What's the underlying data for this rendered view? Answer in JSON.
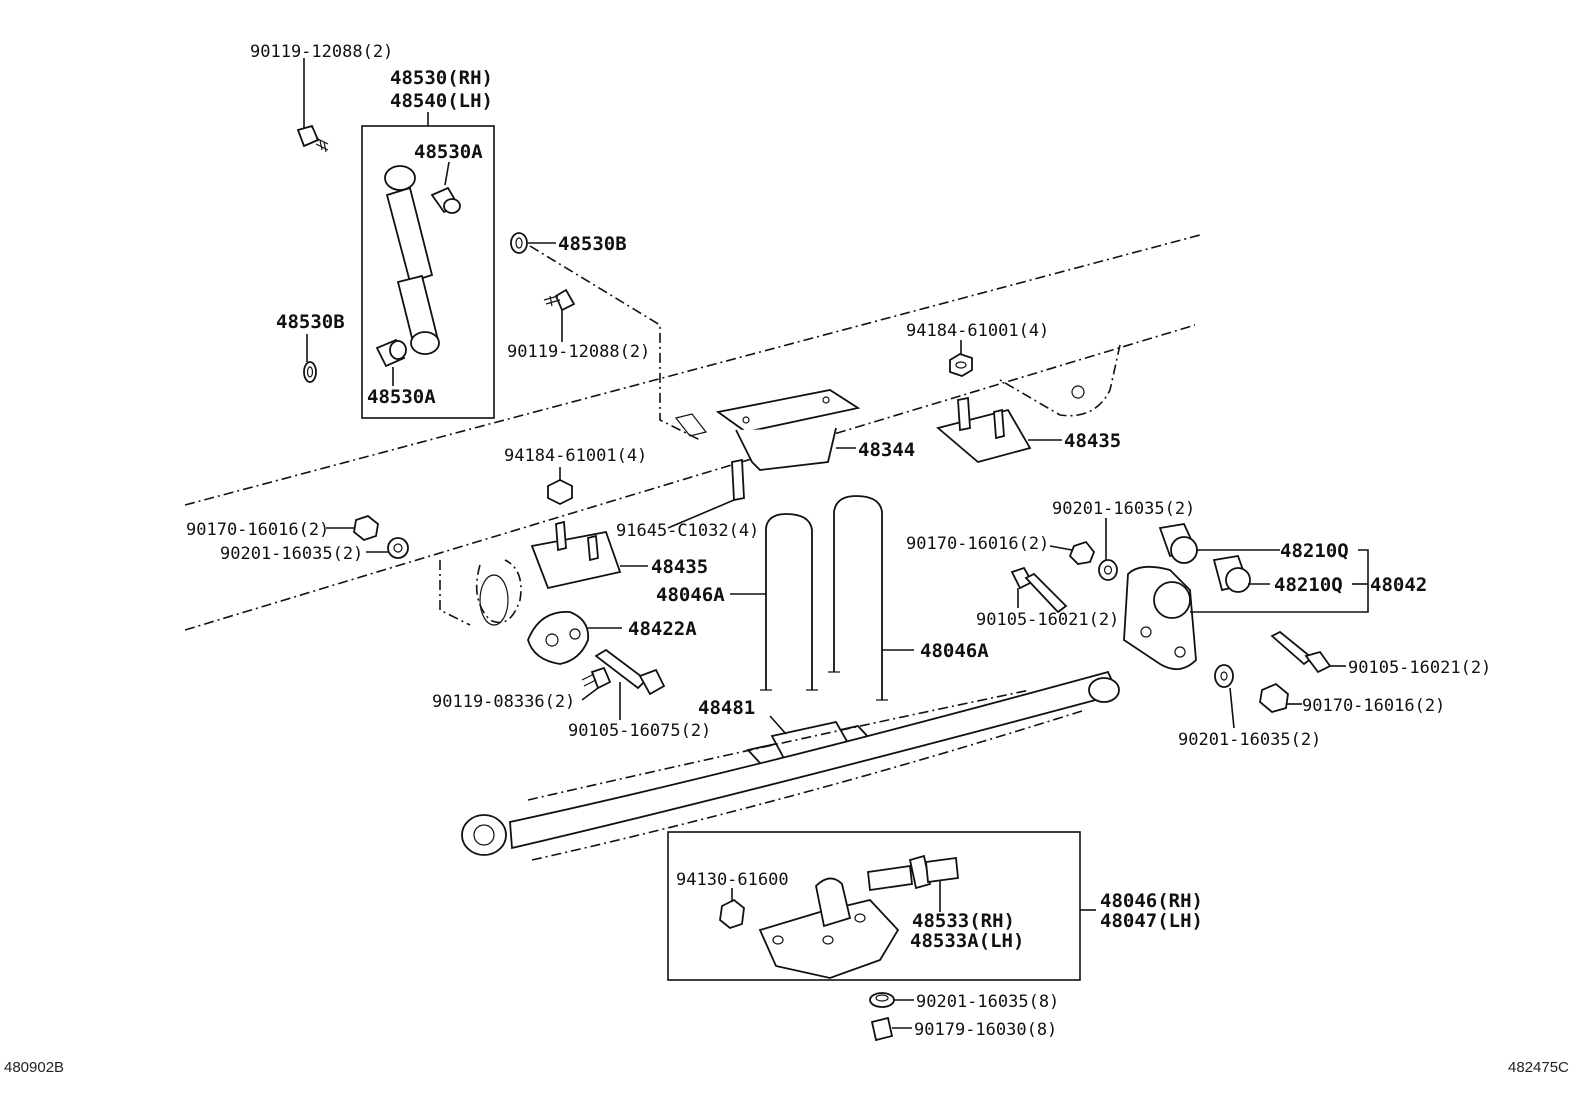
{
  "labels": {
    "p_90119_12088_top": "90119-12088(2)",
    "p_48530_rh": "48530(RH)",
    "p_48540_lh": "48540(LH)",
    "p_48530A_top": "48530A",
    "p_48530B_right": "48530B",
    "p_48530B_left": "48530B",
    "p_90119_12088_mid": "90119-12088(2)",
    "p_48530A_bottom": "48530A",
    "p_94184_61001_right": "94184-61001(4)",
    "p_48344": "48344",
    "p_48435_right": "48435",
    "p_94184_61001_left": "94184-61001(4)",
    "p_91645_C1032": "91645-C1032(4)",
    "p_90170_16016_left": "90170-16016(2)",
    "p_90201_16035_left": "90201-16035(2)",
    "p_48435_left": "48435",
    "p_48046A_left": "48046A",
    "p_48422A": "48422A",
    "p_48046A_right": "48046A",
    "p_90119_08336": "90119-08336(2)",
    "p_90105_16075": "90105-16075(2)",
    "p_48481": "48481",
    "p_90201_16035_top": "90201-16035(2)",
    "p_90170_16016_mid": "90170-16016(2)",
    "p_48210Q_a": "48210Q",
    "p_48210Q_b": "48210Q",
    "p_48042": "48042",
    "p_90105_16021_mid": "90105-16021(2)",
    "p_90105_16021_right": "90105-16021(2)",
    "p_90170_16016_right": "90170-16016(2)",
    "p_90201_16035_bottom": "90201-16035(2)",
    "p_94130_61600": "94130-61600",
    "p_48533_rh": "48533(RH)",
    "p_48533A_lh": "48533A(LH)",
    "p_48046_rh": "48046(RH)",
    "p_48047_lh": "48047(LH)",
    "p_90201_16035_8": "90201-16035(8)",
    "p_90179_16030_8": "90179-16030(8)"
  },
  "footer": {
    "left_code": "480902B",
    "right_code": "482475C"
  }
}
